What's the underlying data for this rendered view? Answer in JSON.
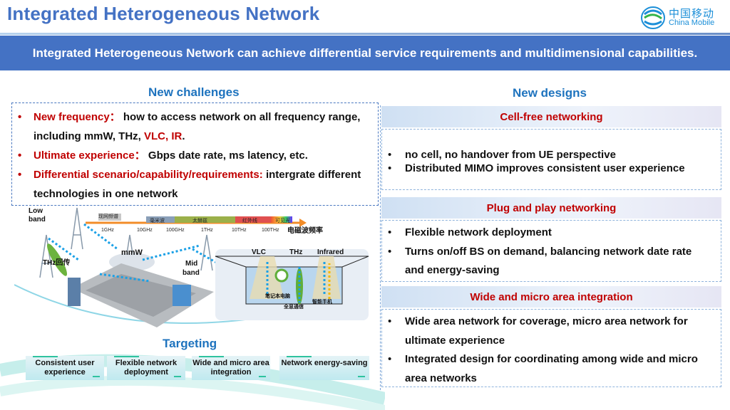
{
  "header": {
    "title": "Integrated Heterogeneous Network",
    "logo_cn": "中国移动",
    "logo_en": "China Mobile",
    "banner": "Integrated Heterogeneous Network can achieve differential service requirements and multidimensional capabilities."
  },
  "challenges": {
    "heading": "New challenges",
    "items": [
      {
        "label": "New frequency：",
        "text": " how to access network on all frequency range, including mmW, THz, ",
        "red_tail": "VLC, IR",
        "end": "."
      },
      {
        "label": "Ultimate experience：",
        "text": " Gbps date rate, ms latency, etc.",
        "red_tail": "",
        "end": ""
      },
      {
        "label": "Differential scenario/capability/requirements:",
        "text": " intergrate different technologies in one network",
        "red_tail": "",
        "end": ""
      }
    ]
  },
  "illustration": {
    "spectrum_bands": [
      "现网频谱",
      "毫米波",
      "太赫兹",
      "红外线",
      "可见光"
    ],
    "spectrum_ticks": [
      "1GHz",
      "10GHz",
      "100GHz",
      "1THz",
      "10THz",
      "100THz"
    ],
    "spectrum_axis": "电磁波频率",
    "labels": {
      "low_band": "Low band",
      "mmw": "mmW",
      "thz_backhaul": "THz回传",
      "mid_band": "Mid band",
      "vlc": "VLC",
      "thz": "THz",
      "infrared": "Infrared",
      "laptop": "笔记本电脑",
      "holo": "全息通信",
      "phone": "智能手机"
    }
  },
  "targeting": {
    "heading": "Targeting",
    "cards": [
      "Consistent user experience",
      "Flexible network deployment",
      "Wide  and micro area integration",
      "Network energy-saving"
    ]
  },
  "designs": {
    "heading": "New designs",
    "sections": [
      {
        "title": "Cell-free networking",
        "bullets": [
          "no cell, no handover from UE perspective",
          "Distributed MIMO improves consistent user experience"
        ]
      },
      {
        "title": "Plug and play networking",
        "bullets": [
          "Flexible network deployment",
          "Turns on/off BS on demand, balancing network date rate and energy-saving"
        ]
      },
      {
        "title": "Wide  and micro area integration",
        "bullets": [
          "Wide  area network for coverage, micro area network for ultimate experience",
          "Integrated design for coordinating among wide  and micro area networks"
        ]
      }
    ]
  },
  "colors": {
    "brand_blue": "#4472c4",
    "accent_red": "#c00000",
    "heading_blue": "#1e73be"
  }
}
